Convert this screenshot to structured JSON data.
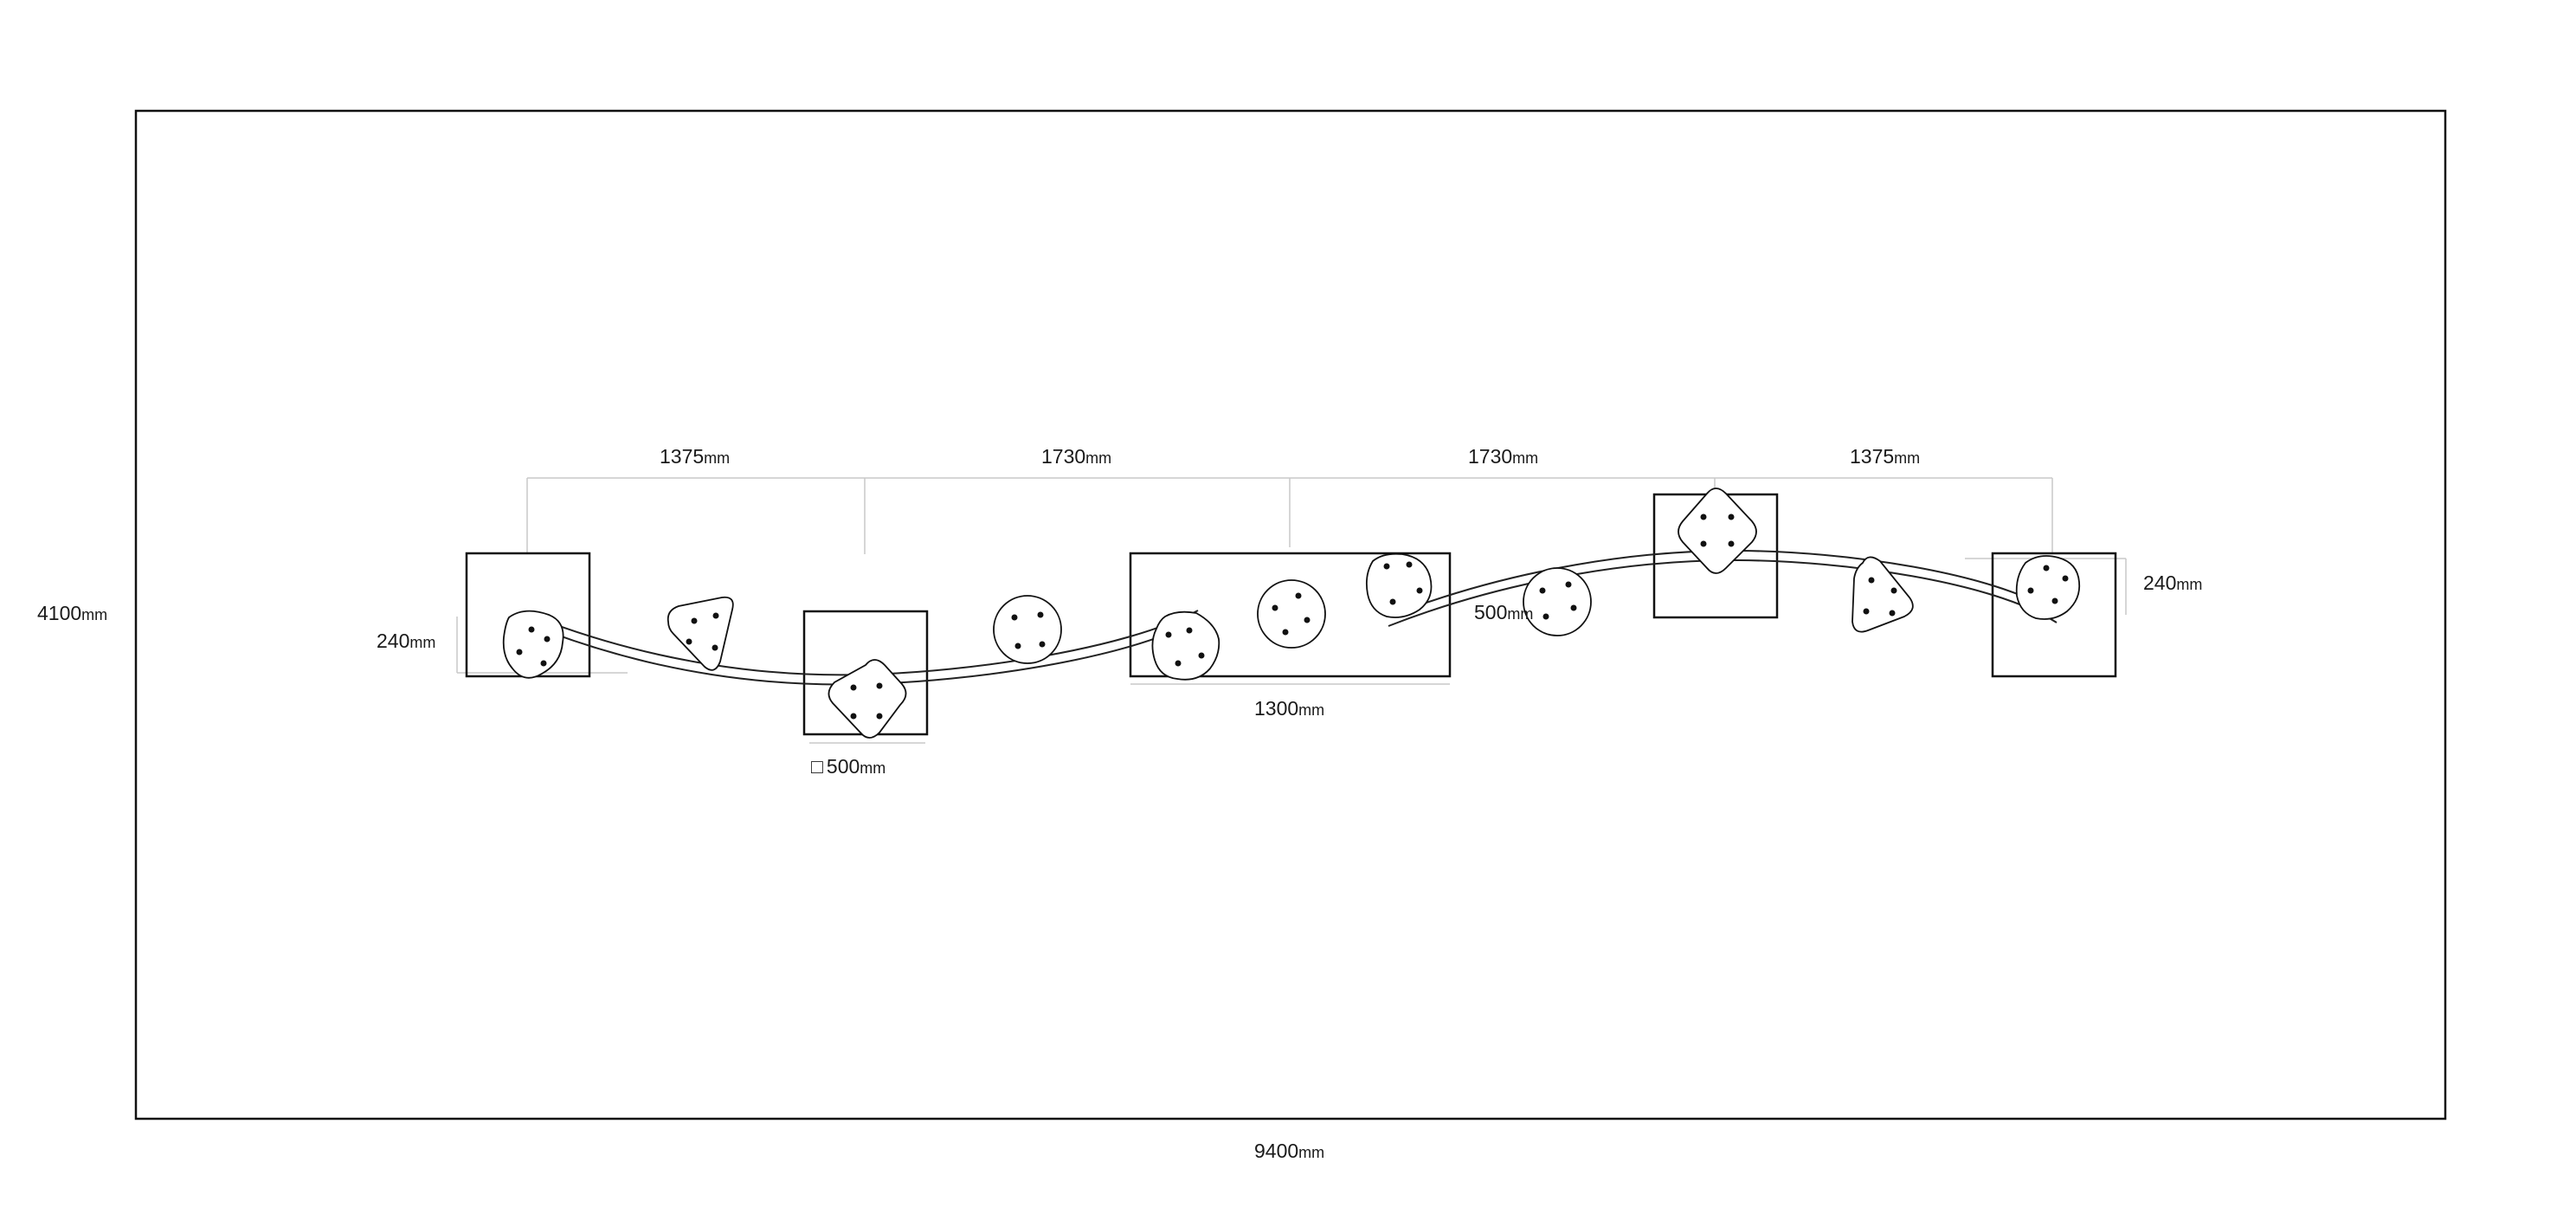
{
  "dimensions": {
    "overall_width": {
      "value": "9400",
      "unit": "mm"
    },
    "overall_height": {
      "value": "4100",
      "unit": "mm"
    },
    "spacing": [
      {
        "value": "1375",
        "unit": "mm"
      },
      {
        "value": "1730",
        "unit": "mm"
      },
      {
        "value": "1730",
        "unit": "mm"
      },
      {
        "value": "1375",
        "unit": "mm"
      }
    ],
    "left_offset": {
      "value": "240",
      "unit": "mm"
    },
    "right_offset": {
      "value": "240",
      "unit": "mm"
    },
    "square_size": {
      "symbol": "□",
      "value": "500",
      "unit": "mm"
    },
    "hold_size": {
      "value": "500",
      "unit": "mm"
    },
    "long_box_length": {
      "value": "1300",
      "unit": "mm"
    }
  }
}
